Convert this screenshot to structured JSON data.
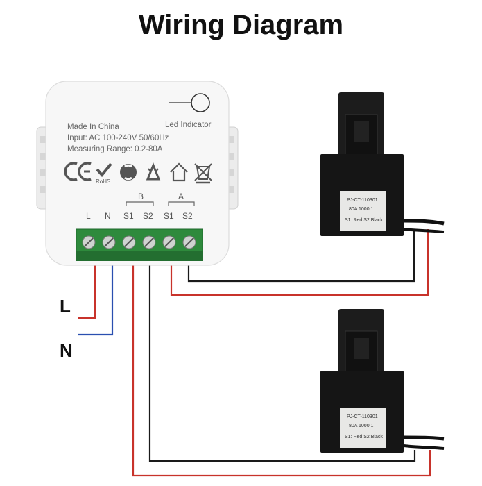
{
  "title": "Wiring Diagram",
  "module": {
    "led_label": "Led Indicator",
    "line1": "Made In China",
    "line2": "Input: AC 100-240V 50/60Hz",
    "line3": "Measuring Range: 0.2-80A",
    "rohs": "RoHS",
    "group_b": "B",
    "group_a": "A",
    "terminals": [
      "L",
      "N",
      "S1",
      "S2",
      "S1",
      "S2"
    ]
  },
  "ct_top": {
    "line1": "PJ-CT-110301",
    "line2": "80A 1000:1",
    "line3": "S1: Red  S2:Black"
  },
  "ct_bottom": {
    "line1": "PJ-CT-110301",
    "line2": "80A 1000:1",
    "line3": "S1: Red  S2:Black"
  },
  "live_label": "L",
  "neutral_label": "N",
  "colors": {
    "live_wire": "#c8332b",
    "neutral_wire": "#2a4fb0",
    "signal_wire": "#1a1a1a",
    "terminal_block": "#2e8a3c"
  }
}
